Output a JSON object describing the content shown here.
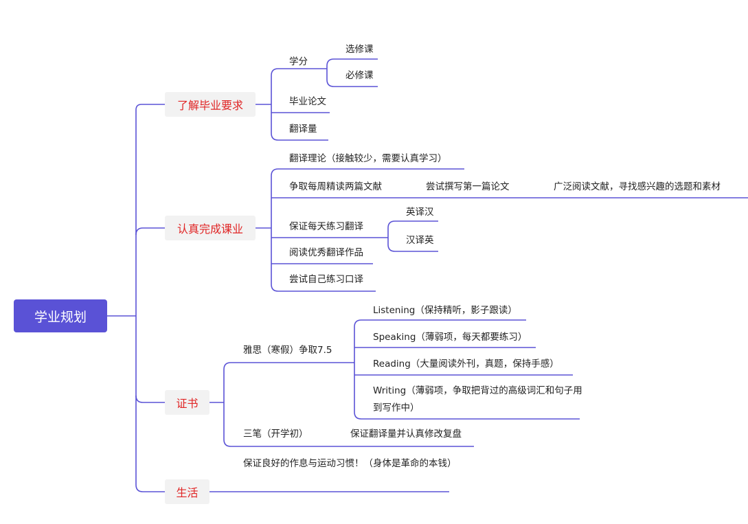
{
  "root": {
    "label": "学业规划"
  },
  "branches": [
    {
      "label": "了解毕业要求",
      "children": [
        {
          "label": "学分",
          "children": [
            {
              "label": "选修课"
            },
            {
              "label": "必修课"
            }
          ]
        },
        {
          "label": "毕业论文"
        },
        {
          "label": "翻译量"
        }
      ]
    },
    {
      "label": "认真完成课业",
      "children": [
        {
          "label": "翻译理论（接触较少，需要认真学习）"
        },
        {
          "label": "争取每周精读两篇文献",
          "chain": [
            "尝试撰写第一篇论文",
            "广泛阅读文献，寻找感兴趣的选题和素材"
          ]
        },
        {
          "label": "保证每天练习翻译",
          "children": [
            {
              "label": "英译汉"
            },
            {
              "label": "汉译英"
            }
          ]
        },
        {
          "label": "阅读优秀翻译作品"
        },
        {
          "label": "尝试自己练习口译"
        }
      ]
    },
    {
      "label": "证书",
      "children": [
        {
          "label": "雅思（寒假）争取7.5",
          "children": [
            {
              "label": "Listening（保持精听，影子跟读）"
            },
            {
              "label": "Speaking（薄弱项，每天都要练习）"
            },
            {
              "label": "Reading（大量阅读外刊，真题，保持手感）"
            },
            {
              "label": "Writing（薄弱项，争取把背过的高级词汇和句子用到写作中）"
            }
          ]
        },
        {
          "label": "三笔（开学初）",
          "chain": [
            "保证翻译量并认真修改复盘"
          ]
        }
      ]
    },
    {
      "label": "生活",
      "children": [
        {
          "label": "保证良好的作息与运动习惯！（身体是革命的本钱）"
        }
      ]
    }
  ],
  "colors": {
    "root_fill": "#5a52d6",
    "branch_text": "#e02424",
    "branch_fill": "#f2f2f2",
    "connector": "#5a52d6"
  }
}
